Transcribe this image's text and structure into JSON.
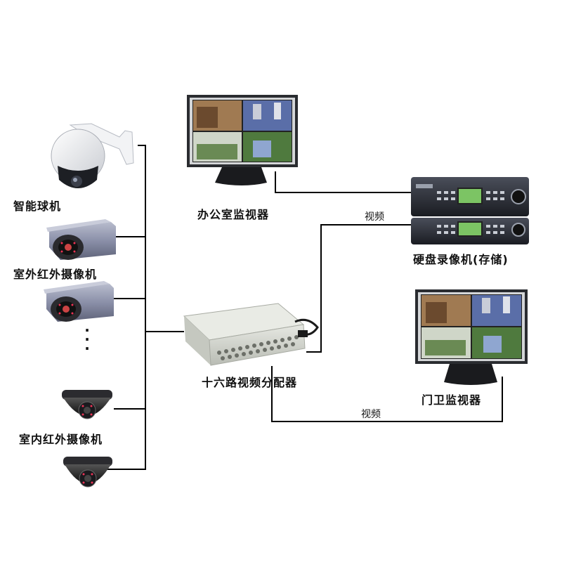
{
  "labels": {
    "smart_dome_camera": "智能球机",
    "outdoor_ir_camera": "室外红外摄像机",
    "indoor_ir_camera": "室内红外摄像机",
    "office_monitor": "办公室监视器",
    "dvr": "硬盘录像机(存储)",
    "video_distributor": "十六路视频分配器",
    "gate_monitor": "门卫监视器",
    "video_link_top": "视频",
    "video_link_bottom": "视频",
    "ellipsis": "·\n·\n·"
  },
  "colors": {
    "line": "#000000",
    "camera_body": "#8a8fa8",
    "monitor_frame": "#cfd2d6",
    "dvr_body": "#2a2d36",
    "distributor_body": "#d6d9d2"
  }
}
